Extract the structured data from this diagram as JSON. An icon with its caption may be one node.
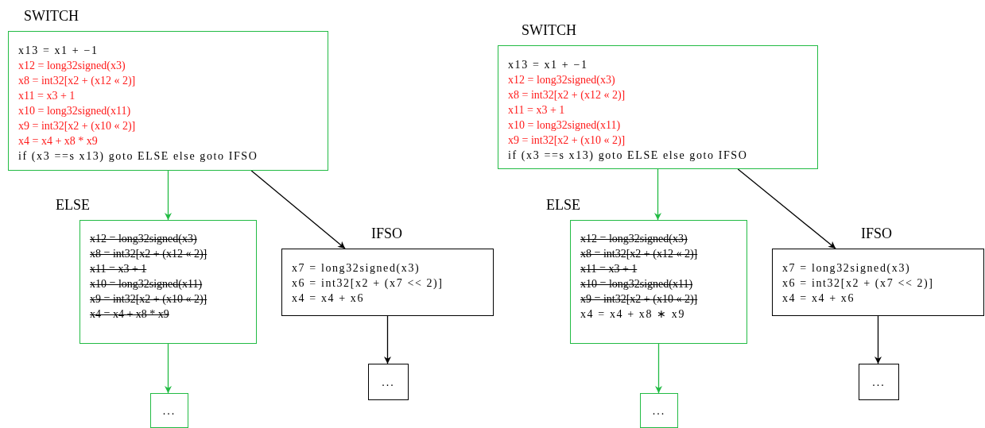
{
  "diagram": {
    "nodes": [
      {
        "text": [
          "SWITCH",
          "x13 = x1 + −1",
          "x12 = long32signed(x3)",
          "x8 = int32[x2 + (x12 « 2)]",
          "x11 = x3 + 1",
          "x10 = long32signed(x11)",
          "x9 = int32[x2 + (x10 « 2)]",
          "x4 = x4 + x8 * x9",
          "if (x3 ==s x13) goto ELSE else goto IFSO"
        ]
      },
      {
        "text": [
          "ELSE",
          "x12 = long32signed(x3)",
          "x8 = int32[x2 + (x12 « 2)]",
          "x11 = x3 + 1",
          "x10 = long32signed(x11)",
          "x9 = int32[x2 + (x10 « 2)]",
          "x4 = x4 + x8 * x9"
        ]
      },
      {
        "text": [
          "IFSO",
          "x7 = long32signed(x3)",
          "x6 = int32[x2 + (x7 << 2)]",
          "x4 = x4 + x6"
        ]
      },
      {
        "text": [
          "..."
        ]
      },
      {
        "text": [
          "..."
        ]
      },
      {
        "text": [
          "SWITCH",
          "x13 = x1 + −1",
          "x12 = long32signed(x3)",
          "x8 = int32[x2 + (x12 « 2)]",
          "x11 = x3 + 1",
          "x10 = long32signed(x11)",
          "x9 = int32[x2 + (x10 « 2)]",
          "if (x3 ==s x13) goto ELSE else goto IFSO"
        ]
      },
      {
        "text": [
          "ELSE",
          "x12 = long32signed(x3)",
          "x8 = int32[x2 + (x12 « 2)]",
          "x11 = x3 + 1",
          "x10 = long32signed(x11)",
          "x9 = int32[x2 + (x10 « 2)]",
          "x4 = x4 + x8 ∗ x9"
        ]
      },
      {
        "text": [
          "IFSO",
          "x7 = long32signed(x3)",
          "x6 = int32[x2 + (x7 << 2)]",
          "x4 = x4 + x6"
        ]
      },
      {
        "text": [
          "..."
        ]
      },
      {
        "text": [
          "..."
        ]
      }
    ],
    "edges": [
      {
        "from": 0,
        "to": 1,
        "arrow": "to",
        "color": "#22bb44"
      },
      {
        "from": 0,
        "to": 2,
        "arrow": "to",
        "color": "#000000"
      },
      {
        "from": 1,
        "to": 3,
        "arrow": "to",
        "color": "#22bb44"
      },
      {
        "from": 2,
        "to": 4,
        "arrow": "to",
        "color": "#000000"
      },
      {
        "from": 5,
        "to": 6,
        "arrow": "to",
        "color": "#22bb44"
      },
      {
        "from": 5,
        "to": 7,
        "arrow": "to",
        "color": "#000000"
      },
      {
        "from": 6,
        "to": 8,
        "arrow": "to",
        "color": "#22bb44"
      },
      {
        "from": 7,
        "to": 9,
        "arrow": "to",
        "color": "#000000"
      }
    ]
  }
}
